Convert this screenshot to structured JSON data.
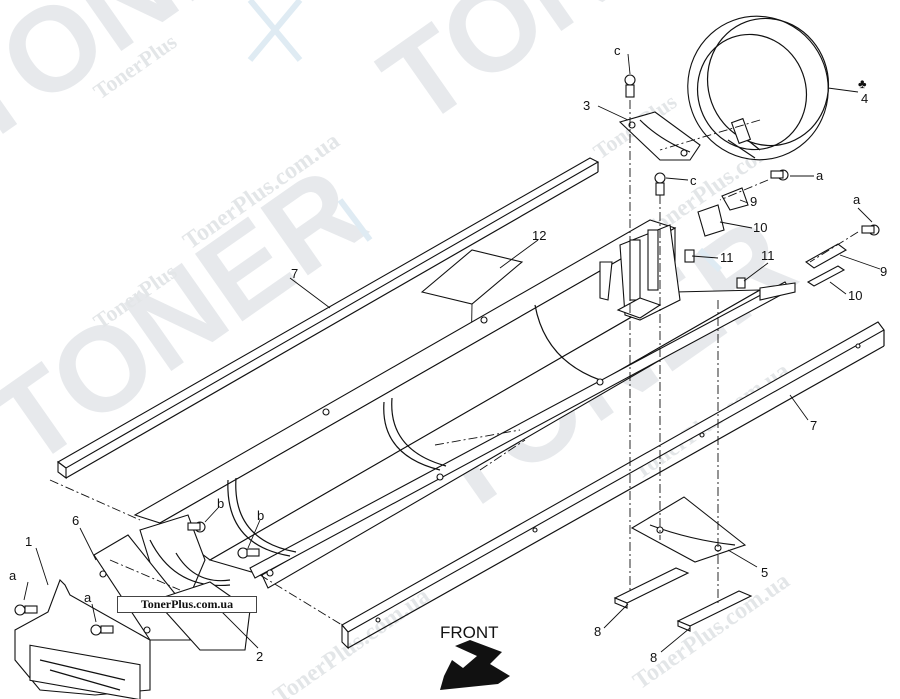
{
  "diagram": {
    "callouts": {
      "c1": "1",
      "c2": "2",
      "c3": "3",
      "c4": "4",
      "c5": "5",
      "c6": "6",
      "c7a": "7",
      "c7b": "7",
      "c8a": "8",
      "c8b": "8",
      "c9a": "9",
      "c9b": "9",
      "c10a": "10",
      "c10b": "10",
      "c11a": "11",
      "c11b": "11",
      "c12": "12"
    },
    "screw_letters": {
      "a1": "a",
      "a2": "a",
      "a3": "a",
      "a4": "a",
      "b1": "b",
      "b2": "b",
      "c_top": "c",
      "c_mid": "c"
    },
    "club_symbol": "♣",
    "front_label": "FRONT",
    "source_tag": "TonerPlus.com.ua"
  },
  "watermark": {
    "site": "TonerPlus.com.ua",
    "brand": "TonerPlus",
    "big_word": "TONER",
    "color": "#d6dbe0",
    "accent": "#c5dbe9"
  }
}
